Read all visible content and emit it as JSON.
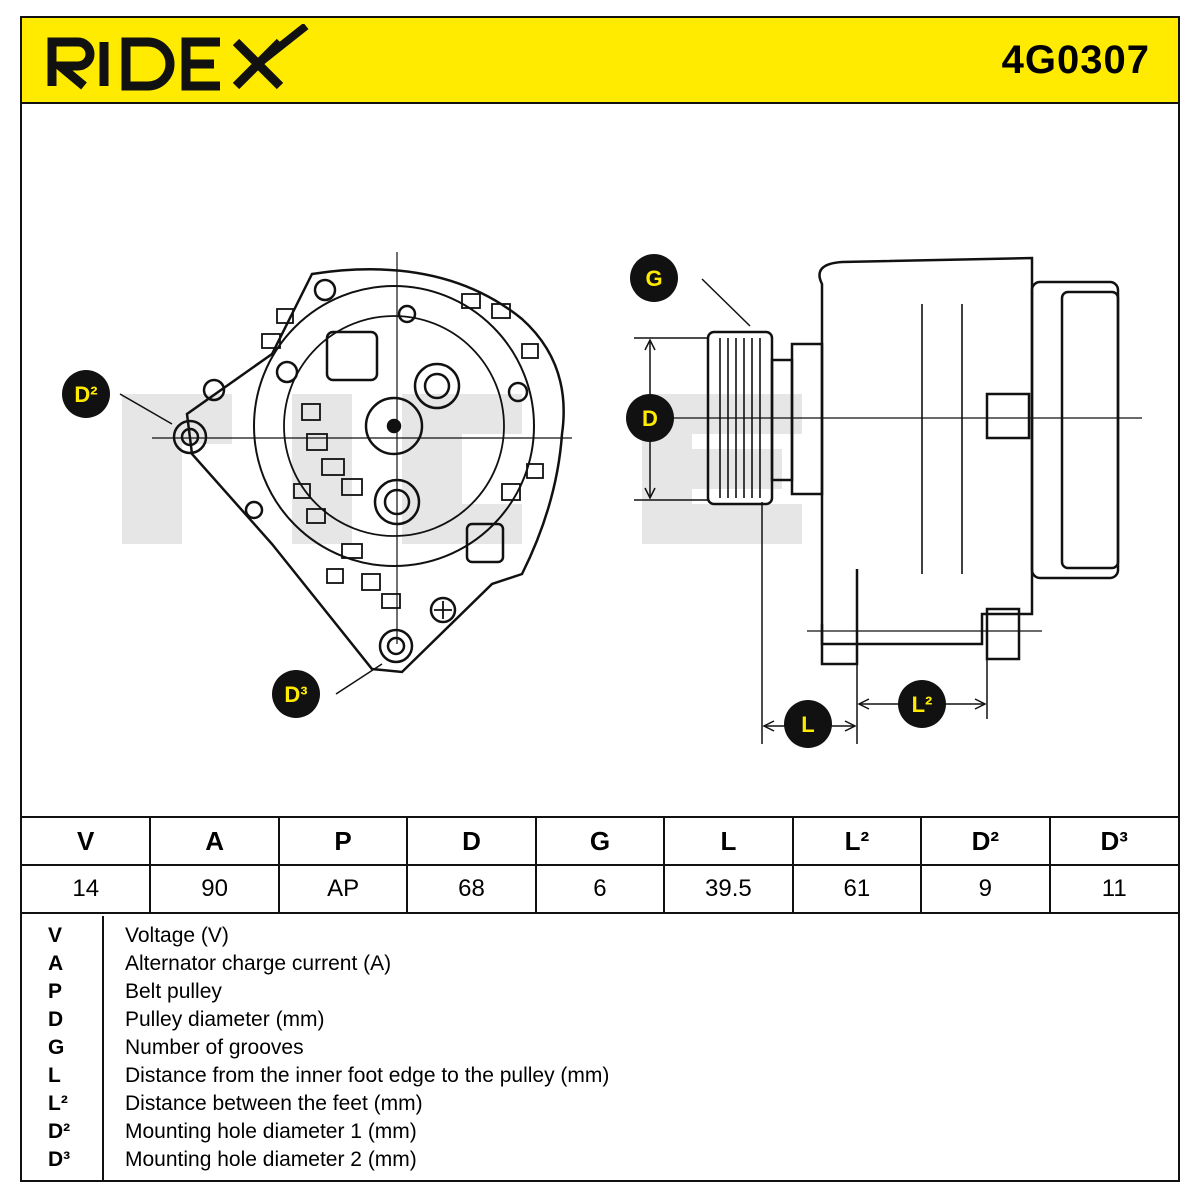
{
  "brand": {
    "name": "RIDEX",
    "accent": "#ffeb00"
  },
  "part_number": "4G0307",
  "diagram": {
    "labels": {
      "G": "G",
      "D": "D",
      "D2": "D²",
      "D3": "D³",
      "L": "L",
      "L2": "L²"
    },
    "watermark": "RIDEX"
  },
  "spec": {
    "headers": [
      "V",
      "A",
      "P",
      "D",
      "G",
      "L",
      "L²",
      "D²",
      "D³"
    ],
    "values": [
      "14",
      "90",
      "AP",
      "68",
      "6",
      "39.5",
      "61",
      "9",
      "11"
    ]
  },
  "legend": [
    {
      "sym": "V",
      "desc": "Voltage (V)"
    },
    {
      "sym": "A",
      "desc": "Alternator charge current (A)"
    },
    {
      "sym": "P",
      "desc": "Belt pulley"
    },
    {
      "sym": "D",
      "desc": "Pulley diameter (mm)"
    },
    {
      "sym": "G",
      "desc": "Number of grooves"
    },
    {
      "sym": "L",
      "desc": "Distance from the inner foot edge to the pulley (mm)"
    },
    {
      "sym": "L²",
      "desc": "Distance between the feet (mm)"
    },
    {
      "sym": "D²",
      "desc": "Mounting hole diameter 1 (mm)"
    },
    {
      "sym": "D³",
      "desc": "Mounting hole diameter 2 (mm)"
    }
  ]
}
